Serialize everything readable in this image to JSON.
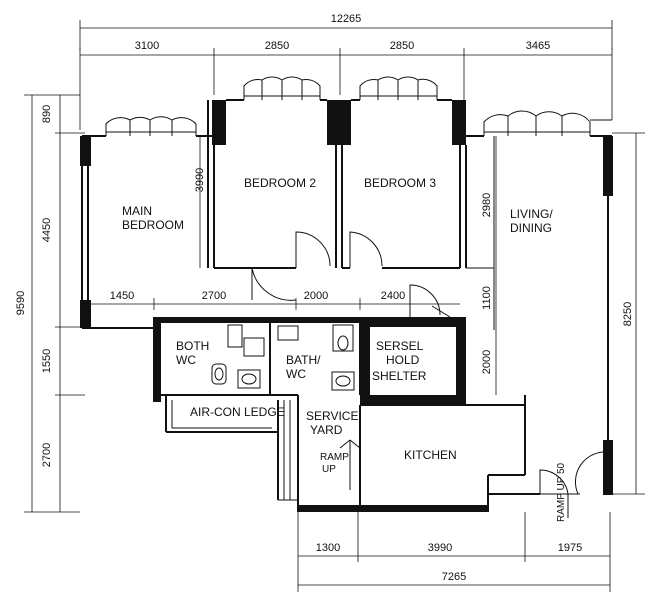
{
  "dimensions": {
    "top_total": "12265",
    "top_segments": [
      "3100",
      "2850",
      "2850",
      "3465"
    ],
    "left_total": "9590",
    "left_segments": [
      "890",
      "4450",
      "1550",
      "2700"
    ],
    "right_total": "8250",
    "bottom_segments": [
      "1300",
      "3990",
      "1975"
    ],
    "bottom_total": "7265",
    "inner_h_row": [
      "1450",
      "2700",
      "2000",
      "2400"
    ],
    "inner_v_3990": "3990",
    "inner_v_2980": "2980",
    "inner_v_1100": "1100",
    "inner_v_2000": "2000"
  },
  "rooms": {
    "main_bedroom_line1": "MAIN",
    "main_bedroom_line2": "BEDROOM",
    "bedroom2": "BEDROOM 2",
    "bedroom3": "BEDROOM 3",
    "living_line1": "LIVING/",
    "living_line2": "DINING",
    "bath_wc1_line1": "BOTH",
    "bath_wc1_line2": "WC",
    "bath_wc2_line1": "BATH/",
    "bath_wc2_line2": "WC",
    "shelter_line1": "SERSEL",
    "shelter_line2": "HOLD",
    "shelter_line3": "SHELTER",
    "aircon_ledge": "AIR-CON LEDGE",
    "service_yard_line1": "SERVICE",
    "service_yard_line2": "YARD",
    "ramp_up_line1": "RAMP",
    "ramp_up_line2": "UP",
    "kitchen": "KITCHEN",
    "ramp_up_50": "RAMP UP 50"
  }
}
